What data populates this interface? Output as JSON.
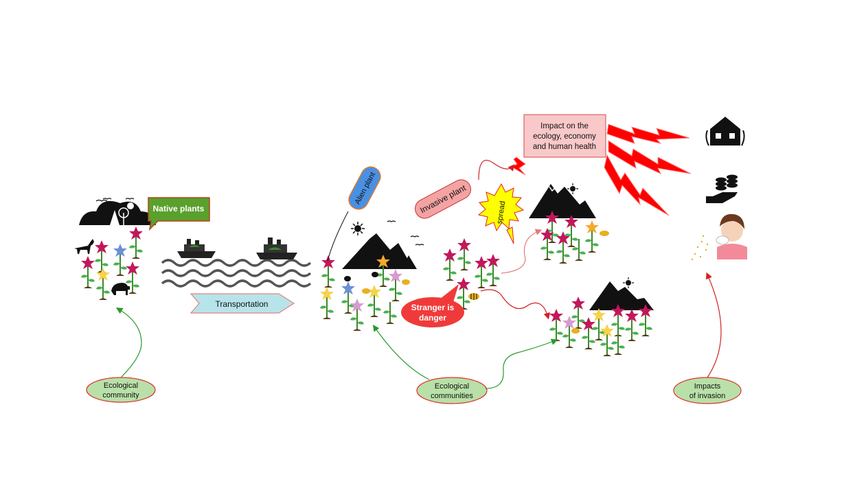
{
  "labels": {
    "native_plants": "Native plants",
    "transportation": "Transportation",
    "alien_plant": "Alien plant",
    "invasive_plant": "Invasive plant",
    "spread": "spread",
    "stranger_line1": "Stranger is",
    "stranger_line2": "danger",
    "impact_line1": "Impact on the",
    "impact_line2": "ecology, economy",
    "impact_line3": "and human health",
    "eco_community_line1": "Ecological",
    "eco_community_line2": "community",
    "eco_communities_line1": "Ecological",
    "eco_communities_line2": "communities",
    "impacts_line1": "Impacts",
    "impacts_line2": "of invasion"
  },
  "colors": {
    "native_box": "#5aa02c",
    "transport_arrow": "#b7e4ea",
    "alien_bubble": "#4a90e2",
    "invasive_bubble": "#f4a3a3",
    "spread_burst": "#ffff00",
    "stranger_bubble": "#f03a3a",
    "impact_box": "#f9c8c8",
    "ellipse_fill": "#b9e0a8",
    "ellipse_stroke": "#d9342b",
    "lightning": "#ff0000",
    "green_arrow": "#2a9a2a",
    "red_arrow": "#d42020",
    "flower_magenta": "#c2185b",
    "flower_blue": "#6b8fd6",
    "flower_yellow": "#f7d24a",
    "flower_pink": "#d89ad0"
  },
  "icons": [
    "house-icon",
    "coins-hand-icon",
    "sneezing-person-icon",
    "ship-icon",
    "goat-icon",
    "bear-icon",
    "bee-icon",
    "sun-icon",
    "mountain-icon",
    "bird-icon",
    "beetle-icon"
  ]
}
